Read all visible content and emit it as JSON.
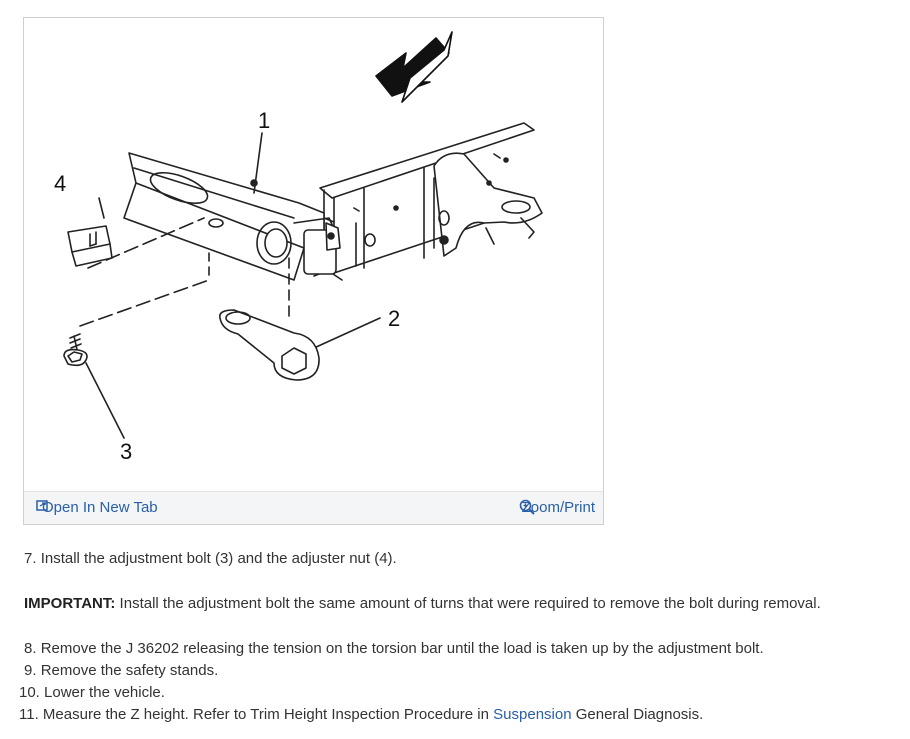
{
  "figure": {
    "callouts": [
      "1",
      "2",
      "3",
      "4"
    ],
    "open_in_new_tab": "Open In New Tab",
    "zoom_print": "Zoom/Print",
    "open_icon": "external-tab-icon",
    "zoom_icon": "magnifier-icon"
  },
  "steps": [
    {
      "number": "7.",
      "text": "Install the adjustment bolt (3) and the adjuster nut (4)."
    },
    {
      "number": "8.",
      "text": "Remove the J 36202 releasing the tension on the torsion bar until the load is taken up by the adjustment bolt."
    },
    {
      "number": "9.",
      "text": "Remove the safety stands."
    },
    {
      "number": "10.",
      "text": "Lower the vehicle."
    },
    {
      "number": "11.",
      "text_before": "Measure the Z height. Refer to Trim Height Inspection Procedure in ",
      "link": "Suspension",
      "text_after": " General Diagnosis."
    }
  ],
  "important": {
    "label": "IMPORTANT:",
    "text": " Install the adjustment bolt the same amount of turns that were required to remove the bolt during removal."
  },
  "colors": {
    "link": "#2a60a8",
    "text": "#333333",
    "toolbar_bg": "#f4f5f6"
  }
}
